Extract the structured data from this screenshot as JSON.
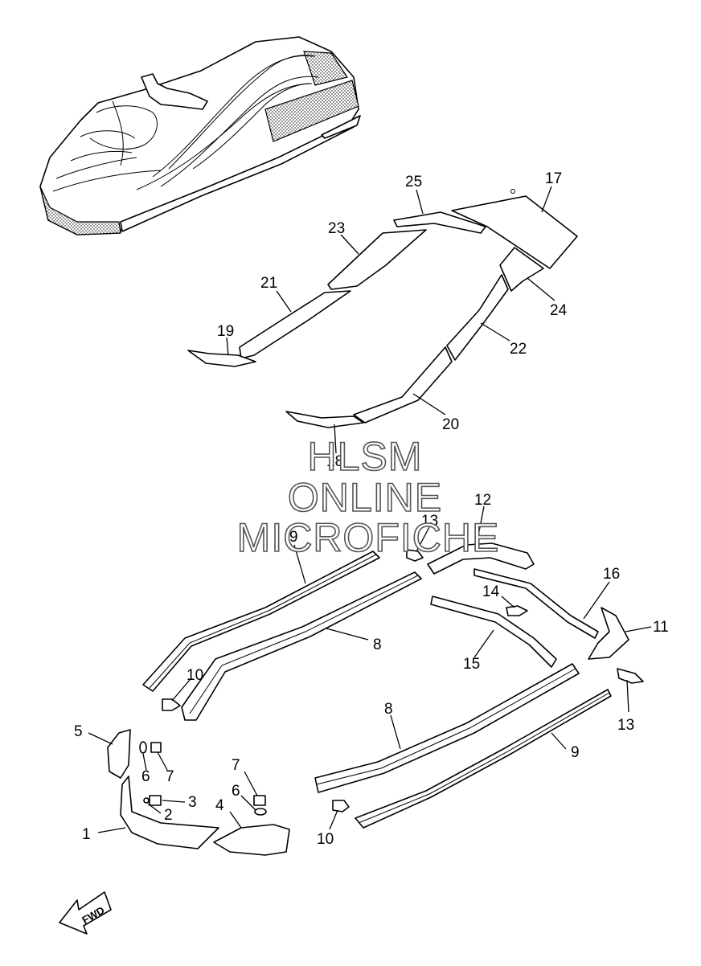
{
  "watermark": {
    "line1": "HLSM",
    "line2": "ONLINE",
    "line3": "MICROFICHE"
  },
  "direction_arrow": {
    "label": "FWD",
    "icon": "fwd-arrow-icon"
  },
  "callouts": {
    "c17": "17",
    "c25": "25",
    "c23": "23",
    "c21": "21",
    "c19": "19",
    "c24": "24",
    "c22": "22",
    "c20": "20",
    "c18": "18",
    "c12": "12",
    "c13a": "13",
    "c9a": "9",
    "c16": "16",
    "c14": "14",
    "c11": "11",
    "c8a": "8",
    "c15": "15",
    "c10a": "10",
    "c13b": "13",
    "c5": "5",
    "c6a": "6",
    "c7a": "7",
    "c8b": "8",
    "c9b": "9",
    "c7b": "7",
    "c3": "3",
    "c6b": "6",
    "c2": "2",
    "c4": "4",
    "c1": "1",
    "c10b": "10"
  }
}
